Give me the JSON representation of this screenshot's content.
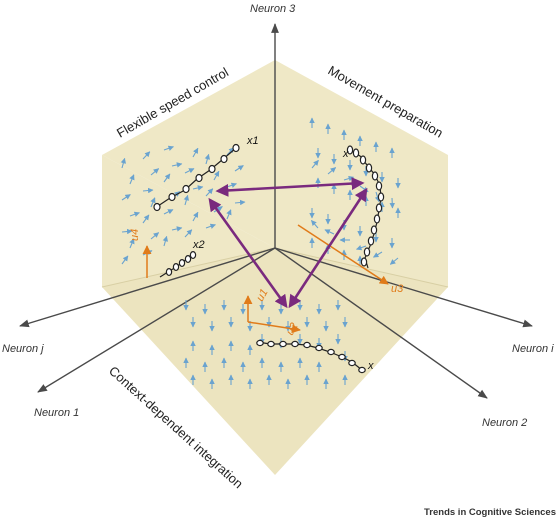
{
  "axes": {
    "neuron_3": "Neuron 3",
    "neuron_j": "Neuron j",
    "neuron_i": "Neuron i",
    "neuron_1": "Neuron 1",
    "neuron_2": "Neuron 2"
  },
  "panels": {
    "flexible_speed_control": "Flexible speed control",
    "movement_preparation": "Movement preparation",
    "context_dependent_integration": "Context-dependent integration"
  },
  "trajectory_labels": {
    "x1": "x1",
    "x2": "x2",
    "x_top_right": "x",
    "x_bottom": "x"
  },
  "input_labels": {
    "u1": "u1",
    "u2": "u2",
    "u3": "u3",
    "u4": "u4"
  },
  "source": "Trends in Cognitive Sciences",
  "colors": {
    "plane_fill": "#efe8c6",
    "axis": "#4a4a4a",
    "flow_arrow": "#6aa3cf",
    "input_arrow": "#e07b1a",
    "connector_arrow": "#7a2a7e",
    "trajectory": "#222222"
  }
}
